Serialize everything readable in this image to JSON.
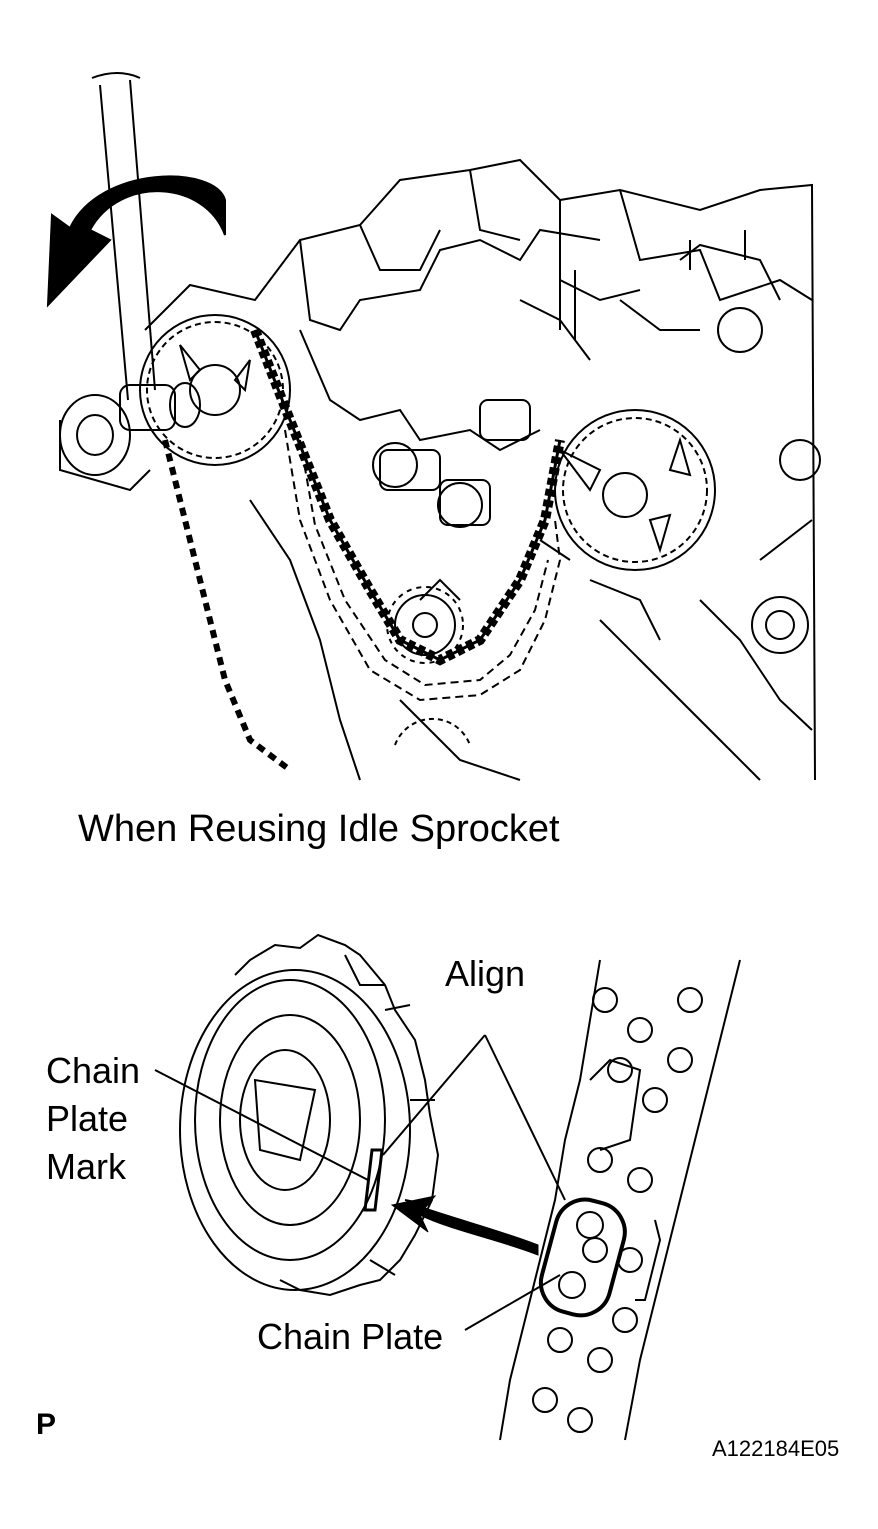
{
  "caption": "When Reusing Idle Sprocket",
  "labels": {
    "align": "Align",
    "chain_plate_mark_line1": "Chain",
    "chain_plate_mark_line2": "Plate",
    "chain_plate_mark_line3": "Mark",
    "chain_plate": "Chain Plate"
  },
  "corner_mark": "P",
  "figure_id": "A122184E05",
  "colors": {
    "ink": "#000000",
    "paper": "#ffffff"
  }
}
